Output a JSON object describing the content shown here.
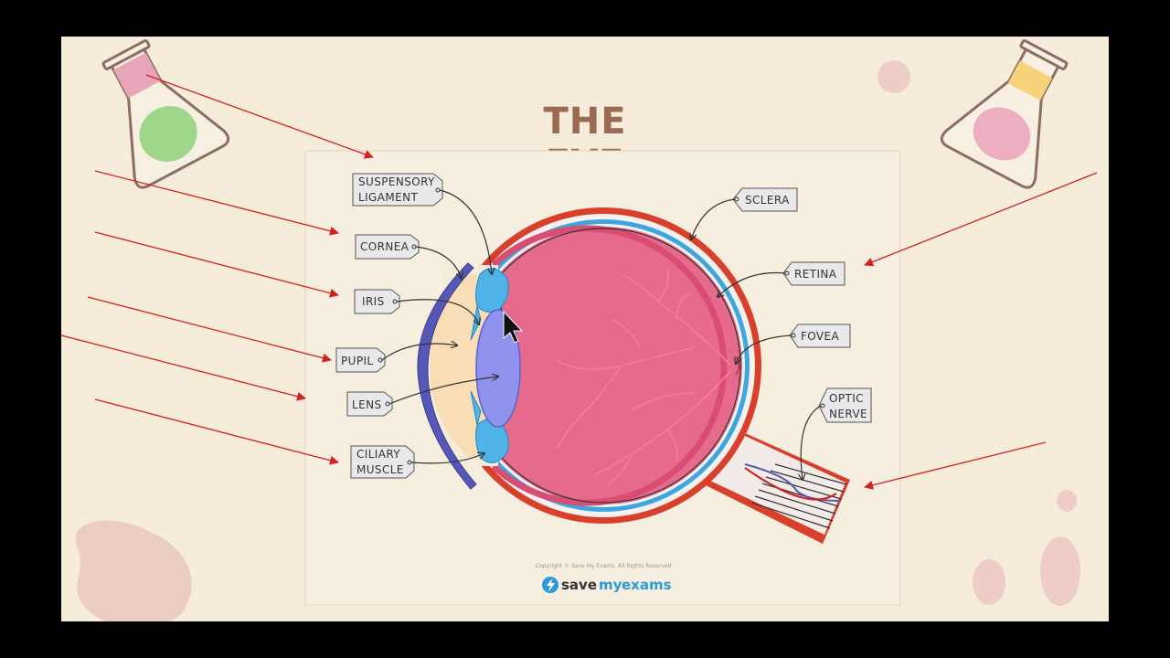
{
  "slide": {
    "title": "THE EYE",
    "copyright": "Copyright © Save My Exams. All Rights Reserved",
    "brand": {
      "word1": "save",
      "word2": "my",
      "word3": "exams"
    }
  },
  "labels": {
    "suspensory_line1": "SUSPENSORY",
    "suspensory_line2": "LIGAMENT",
    "cornea": "CORNEA",
    "iris": "IRIS",
    "pupil": "PUPIL",
    "lens": "LENS",
    "ciliary_line1": "CILIARY",
    "ciliary_line2": "MUSCLE",
    "sclera": "SCLERA",
    "retina": "RETINA",
    "fovea": "FOVEA",
    "optic_line1": "OPTIC",
    "optic_line2": "NERVE"
  },
  "colors": {
    "background": "#f5ecd9",
    "title": "#9a6a52",
    "annotation_arrow": "#d42020",
    "sclera": "#d8402c",
    "choroid": "#3ea6df",
    "vitreous": "#e56a8c",
    "lens": "#8f93ee",
    "iris": "#4fb3e8",
    "cornea": "#5658b8",
    "brand_blue": "#2b9ad6"
  },
  "icons": [
    "flask-left-icon",
    "flask-right-icon",
    "cursor-icon",
    "lightning-logo-icon"
  ]
}
